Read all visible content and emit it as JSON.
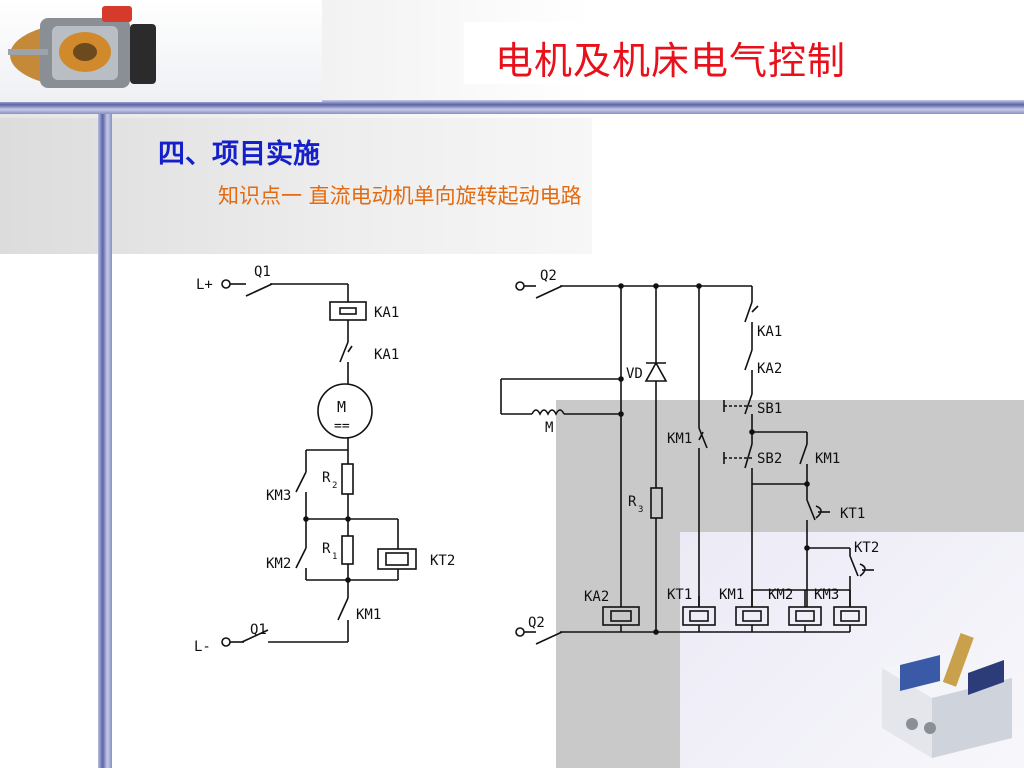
{
  "slide": {
    "title": "电机及机床电气控制",
    "heading": "四、项目实施",
    "subheading": "知识点一 直流电动机单向旋转起动电路"
  },
  "main_circuit": {
    "labels": {
      "l_plus": "L+",
      "l_minus": "L-",
      "q1_top": "Q1",
      "q1_bottom": "Q1",
      "ka1_coil": "KA1",
      "ka1_contact": "KA1",
      "motor_m": "M",
      "motor_dc": "==",
      "r2": "R",
      "r2_sub": "2",
      "r1": "R",
      "r1_sub": "1",
      "km3": "KM3",
      "km2": "KM2",
      "kt2": "KT2",
      "km1": "KM1"
    }
  },
  "control_circuit": {
    "labels": {
      "q2_top": "Q2",
      "q2_bottom": "Q2",
      "vd": "VD",
      "m_field": "M",
      "r3": "R",
      "r3_sub": "3",
      "ka1": "KA1",
      "ka2": "KA2",
      "sb1": "SB1",
      "km1_left": "KM1",
      "sb2": "SB2",
      "km1_right": "KM1",
      "kt1_contact": "KT1",
      "kt2_contact": "KT2",
      "ka2_coil": "KA2",
      "kt1_coil": "KT1",
      "km1_coil": "KM1",
      "km2_coil": "KM2",
      "km3_coil": "KM3"
    }
  },
  "colors": {
    "title": "#e8101a",
    "heading": "#1520c8",
    "subheading": "#e46a10",
    "wire": "#111111"
  }
}
